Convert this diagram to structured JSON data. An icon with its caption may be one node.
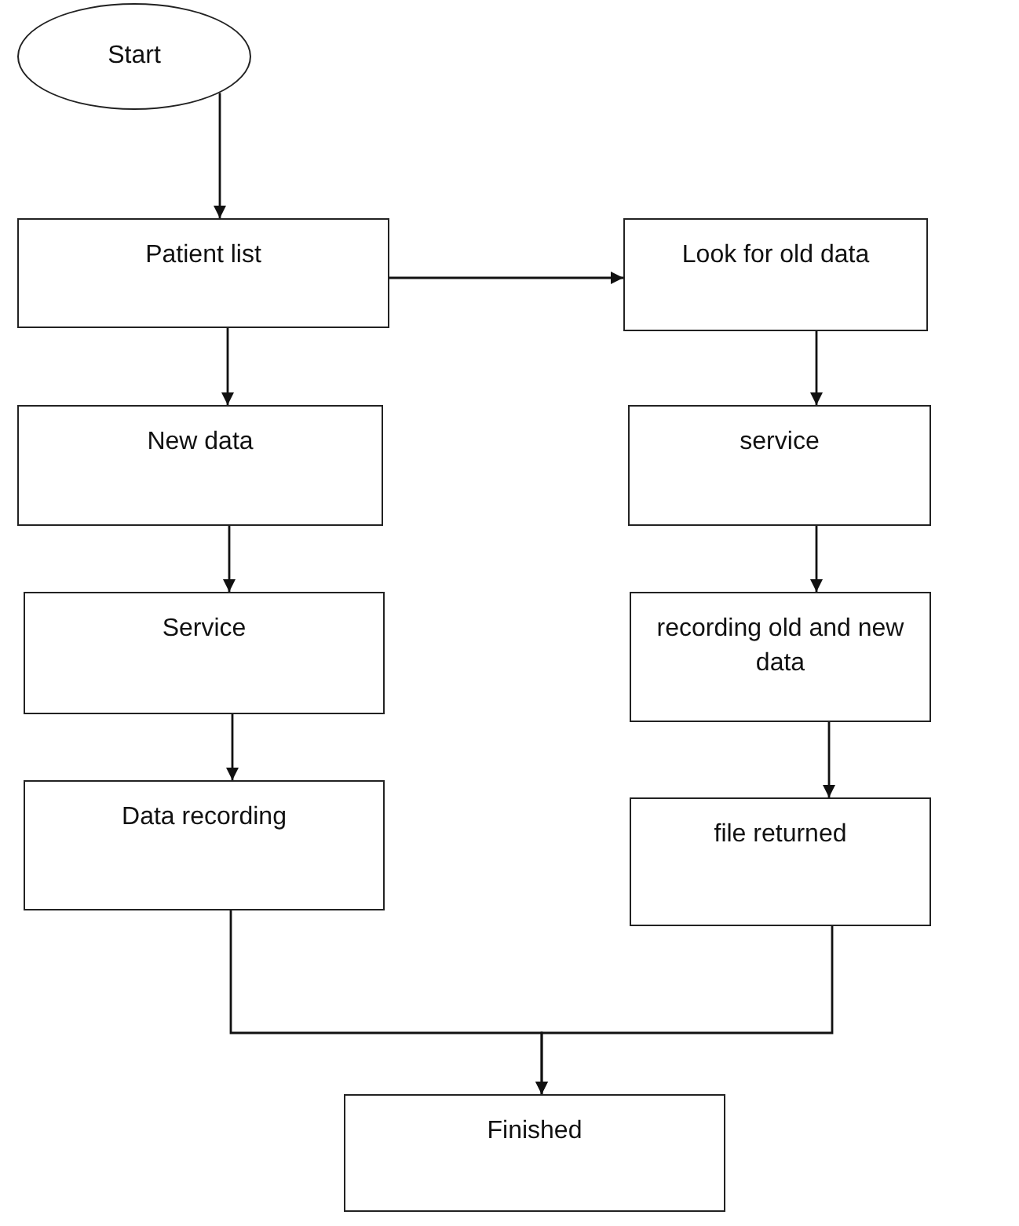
{
  "diagram": {
    "nodes": [
      {
        "text": [
          "Start"
        ]
      },
      {
        "text": [
          "Patient list"
        ]
      },
      {
        "text": [
          "Look for old data"
        ]
      },
      {
        "text": [
          "New data"
        ]
      },
      {
        "text": [
          "service"
        ]
      },
      {
        "text": [
          "Service"
        ]
      },
      {
        "text": [
          "recording old and new data"
        ]
      },
      {
        "text": [
          "Data recording"
        ]
      },
      {
        "text": [
          "file returned"
        ]
      },
      {
        "text": [
          "Finished"
        ]
      }
    ],
    "edges": [
      {
        "from": 0,
        "to": 1,
        "arrow": "to"
      },
      {
        "from": 1,
        "to": 2,
        "arrow": "to"
      },
      {
        "from": 1,
        "to": 3,
        "arrow": "to"
      },
      {
        "from": 2,
        "to": 4,
        "arrow": "to"
      },
      {
        "from": 3,
        "to": 5,
        "arrow": "to"
      },
      {
        "from": 4,
        "to": 6,
        "arrow": "to"
      },
      {
        "from": 5,
        "to": 7,
        "arrow": "to"
      },
      {
        "from": 6,
        "to": 8,
        "arrow": "to"
      },
      {
        "from": 7,
        "to": 9,
        "arrow": "to"
      },
      {
        "from": 8,
        "to": 9,
        "arrow": "to"
      }
    ]
  }
}
